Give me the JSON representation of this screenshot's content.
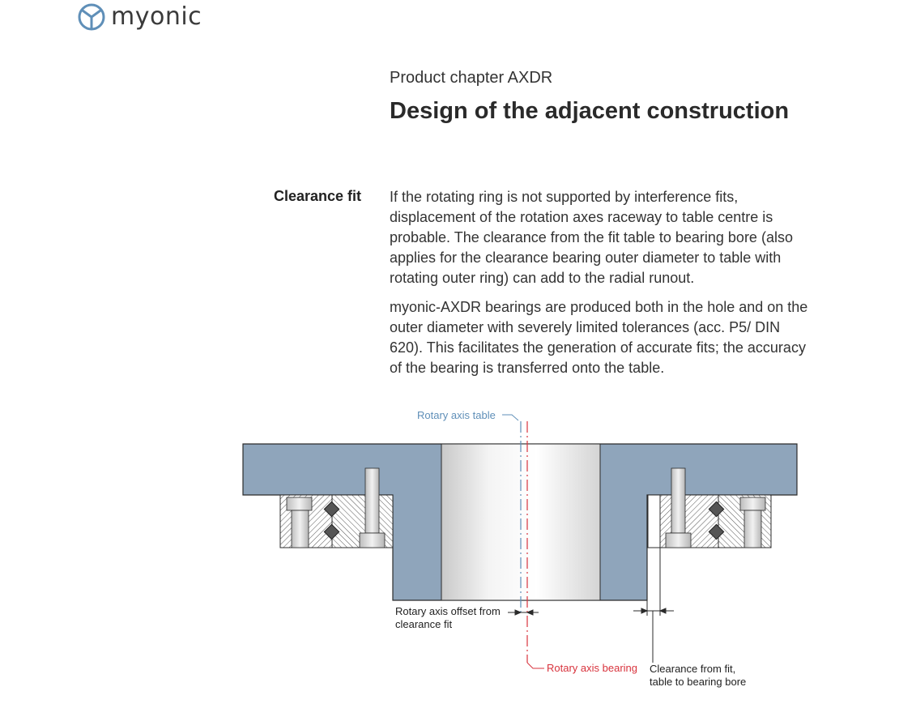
{
  "logo": {
    "brand": "myonic"
  },
  "header": {
    "chapter": "Product chapter AXDR",
    "title": "Design of the adjacent construction"
  },
  "section": {
    "label": "Clearance fit",
    "paragraphs": [
      "If the rotating ring is not supported by interference fits, displacement of the rotation axes raceway to table centre is probable. The clearance from the fit table to bearing bore (also applies for the clearance bearing outer diameter to table with rotating outer ring) can add to the radial runout.",
      "myonic-AXDR bearings are produced both in the hole and on the outer diameter with severely limited tolerances (acc. P5/ DIN 620). This facilitates the generation of accurate fits; the accuracy of the bearing is transferred onto the table."
    ]
  },
  "figure": {
    "labels": {
      "rotary_axis_table": "Rotary axis table",
      "offset_line1": "Rotary axis offset from",
      "offset_line2": "clearance fit",
      "rotary_axis_bearing": "Rotary axis bearing",
      "clearance_line1": "Clearance from fit,",
      "clearance_line2": "table to bearing bore"
    },
    "colors": {
      "table": "#8fa5bb",
      "axis_table": "#5f8fb8",
      "axis_bearing": "#d8333d",
      "outline": "#2b2b2b"
    }
  }
}
